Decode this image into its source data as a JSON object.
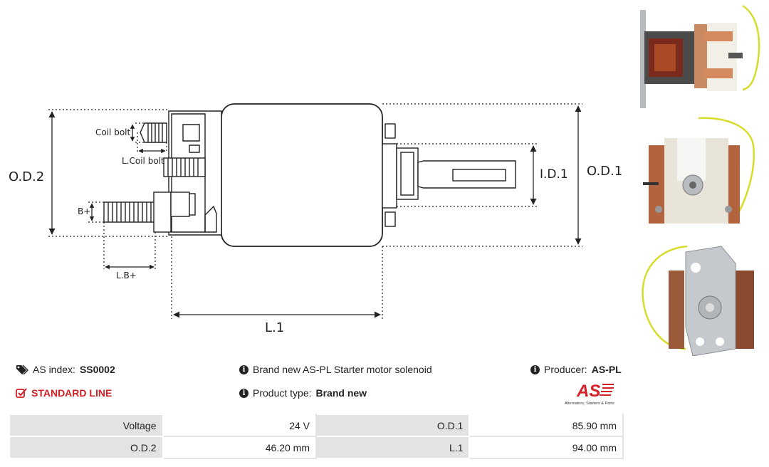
{
  "diagram": {
    "labels": {
      "od2": "O.D.2",
      "od1": "O.D.1",
      "id1": "I.D.1",
      "l1": "L.1",
      "coil_bolt": "Coil bolt",
      "l_coil_bolt": "L.Coil bolt",
      "b_plus": "B+",
      "l_b_plus": "L.B+"
    }
  },
  "info": {
    "as_index_label": "AS index:",
    "as_index_value": "SS0002",
    "description": "Brand new AS-PL Starter motor solenoid",
    "producer_label": "Producer:",
    "producer_value": "AS-PL",
    "line_label": "STANDARD LINE",
    "product_type_label": "Product type:",
    "product_type_value": "Brand new"
  },
  "logo": {
    "mark": "AS",
    "tagline": "Alternators, Starters & Parts",
    "color": "#d32026"
  },
  "specs": [
    [
      {
        "label": "Voltage",
        "value": "24 V"
      },
      {
        "label": "O.D.1",
        "value": "85.90 mm"
      }
    ],
    [
      {
        "label": "O.D.2",
        "value": "46.20 mm"
      },
      {
        "label": "L.1",
        "value": "94.00 mm"
      }
    ]
  ],
  "icons": [
    "tag-icon",
    "check-square-icon",
    "info-icon"
  ],
  "colors": {
    "accent": "#d32026",
    "table_label_bg": "#e3e3e3"
  }
}
